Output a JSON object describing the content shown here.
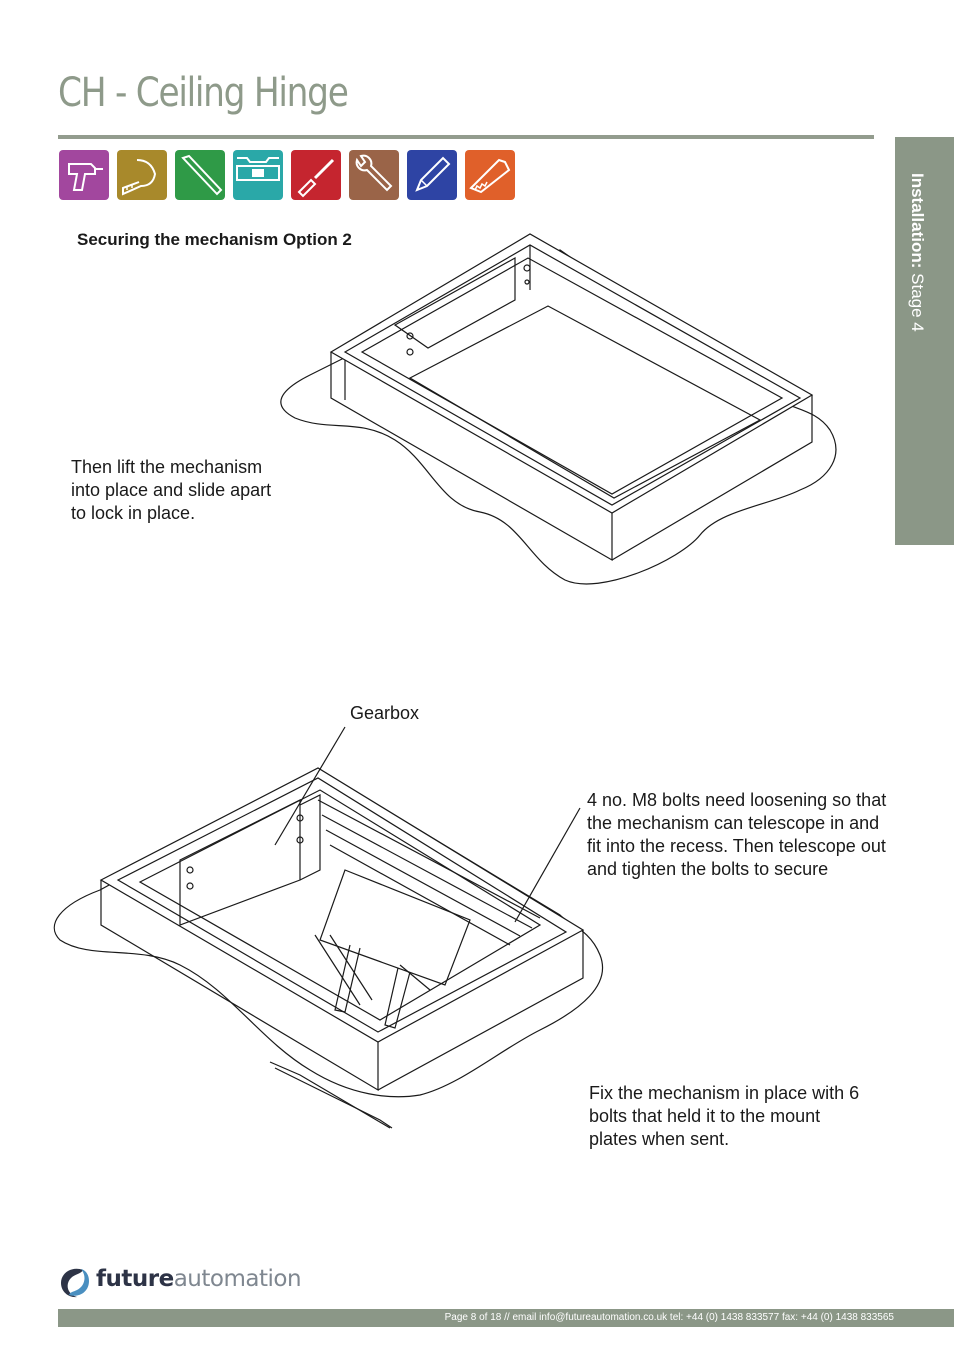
{
  "header": {
    "title": "CH - Ceiling Hinge"
  },
  "side_tab": {
    "label_bold": "Installation:",
    "label_rest": " Stage  4"
  },
  "tools": [
    {
      "name": "drill-icon",
      "color": "#a2479e"
    },
    {
      "name": "tape-measure-icon",
      "color": "#a8892b"
    },
    {
      "name": "allen-key-icon",
      "color": "#2f9a47"
    },
    {
      "name": "spirit-level-icon",
      "color": "#2aa8a8"
    },
    {
      "name": "screwdriver-icon",
      "color": "#c5252f"
    },
    {
      "name": "spanner-icon",
      "color": "#9a6448"
    },
    {
      "name": "pencil-icon",
      "color": "#2e44a4"
    },
    {
      "name": "saw-icon",
      "color": "#e0602a"
    }
  ],
  "section": {
    "heading": "Securing the mechanism Option 2"
  },
  "text": {
    "step1": "Then lift the mechanism\ninto place and slide apart\nto lock in place.",
    "gearbox": "Gearbox",
    "bolts": "4 no. M8 bolts need loosening so that\nthe mechanism can telescope in and\nfit into the recess. Then telescope out\nand tighten the bolts to secure",
    "fix": "Fix the mechanism in place with 6\nbolts that held it to the mount\nplates when sent."
  },
  "footer": {
    "info": "Page 8 of 18 // email info@futureautomation.co.uk  tel: +44 (0) 1438 833577  fax: +44 (0) 1438 833565",
    "logo_strong": "future",
    "logo_light": "automation"
  }
}
